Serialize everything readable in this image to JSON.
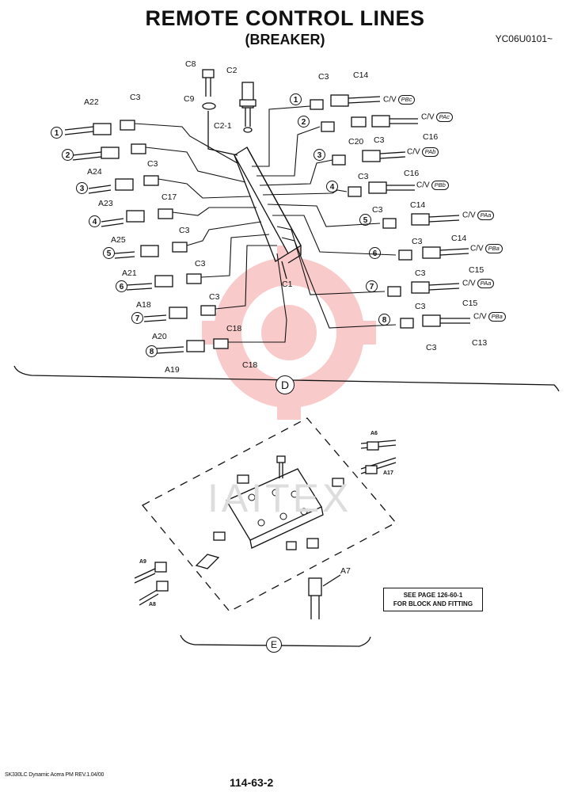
{
  "header": {
    "title": "REMOTE CONTROL LINES",
    "subtitle": "(BREAKER)",
    "code": "YC06U0101~"
  },
  "footer": {
    "model": "SK330LC Dynamic Acera PM REV.1.04/00",
    "page": "114-63-2"
  },
  "section_d": {
    "badge": "D",
    "top_labels": {
      "c8": "C8",
      "c9": "C9",
      "c2": "C2",
      "c2_1": "C2-1",
      "c1": "C1"
    },
    "left": [
      {
        "num": "1",
        "hose": "A22",
        "fit": "C3"
      },
      {
        "num": "2",
        "hose": "A24",
        "fit": "C3"
      },
      {
        "num": "3",
        "hose": "A23",
        "fit": "C17"
      },
      {
        "num": "4",
        "hose": "A25",
        "fit": "C3"
      },
      {
        "num": "5",
        "hose": "A21",
        "fit": "C3"
      },
      {
        "num": "6",
        "hose": "A18",
        "fit": "C3"
      },
      {
        "num": "7",
        "hose": "A20",
        "fit": "C18"
      },
      {
        "num": "8",
        "hose": "A19",
        "fit": "C18"
      }
    ],
    "right": [
      {
        "num": "1",
        "fit": "C3",
        "hose": "C14",
        "cv": "C/V",
        "port": "PBc"
      },
      {
        "num": "2",
        "fit": "C20",
        "fit2": "C3",
        "hose": "C16",
        "cv": "C/V",
        "port": "PAc"
      },
      {
        "num": "3",
        "fit": "C3",
        "hose": "C16",
        "cv": "C/V",
        "port": "PAb"
      },
      {
        "num": "4",
        "fit": "C3",
        "hose": "C14",
        "cv": "C/V",
        "port": "PBb"
      },
      {
        "num": "5",
        "fit": "C3",
        "hose": "C14",
        "cv": "C/V",
        "port": "PAa"
      },
      {
        "num": "6",
        "fit": "C3",
        "hose": "C15",
        "cv": "C/V",
        "port": "PBa"
      },
      {
        "num": "7",
        "fit": "C3",
        "hose": "C15",
        "cv": "C/V",
        "port": "PAa"
      },
      {
        "num": "8",
        "fit": "C3",
        "hose": "C13",
        "cv": "C/V",
        "port": "PBa"
      }
    ]
  },
  "section_e": {
    "badge": "E",
    "labels": {
      "a6": "A6",
      "a17": "A17",
      "a9": "A9",
      "a8": "A8",
      "a7": "A7"
    },
    "note_line1": "SEE PAGE 126-60-1",
    "note_line2": "FOR BLOCK AND FITTING",
    "watermark": "IAITEX"
  },
  "colors": {
    "watermark": "#f06a6a",
    "ink": "#111111"
  }
}
